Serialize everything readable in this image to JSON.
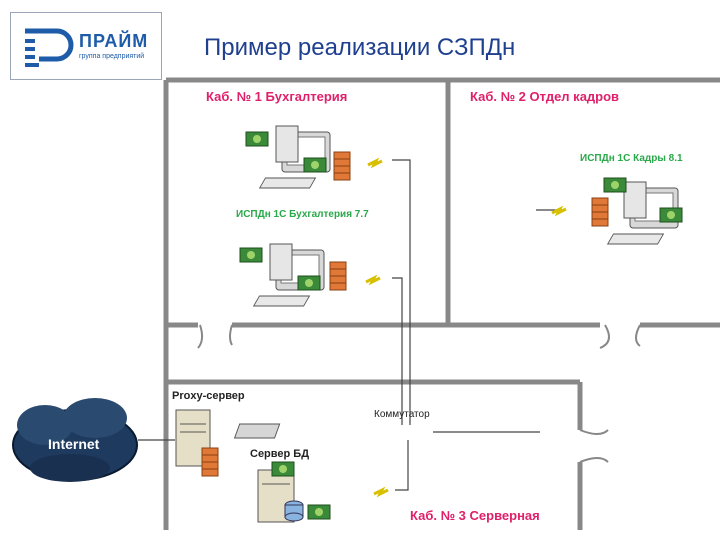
{
  "header": {
    "logo_name": "ПРАЙМ",
    "logo_sub": "группа предприятий",
    "title": "Пример реализации СЗПДн"
  },
  "rooms": {
    "room1": "Каб. № 1 Бухгалтерия",
    "room2": "Каб. № 2 Отдел кадров",
    "room3": "Каб. № 3 Серверная"
  },
  "systems": {
    "ispdn_accounting": "ИСПДн 1С Бухгалтерия 7.7",
    "ispdn_hr": "ИСПДн 1С Кадры 8.1"
  },
  "devices": {
    "proxy": "Proxy-сервер",
    "switch": "Коммутатор",
    "db_server": "Сервер БД",
    "internet": "Internet"
  },
  "colors": {
    "room_label": "#e0206a",
    "system_label": "#2aa84a",
    "title": "#1f3f8f",
    "firewall": "#e07838",
    "wall": "#888888"
  }
}
